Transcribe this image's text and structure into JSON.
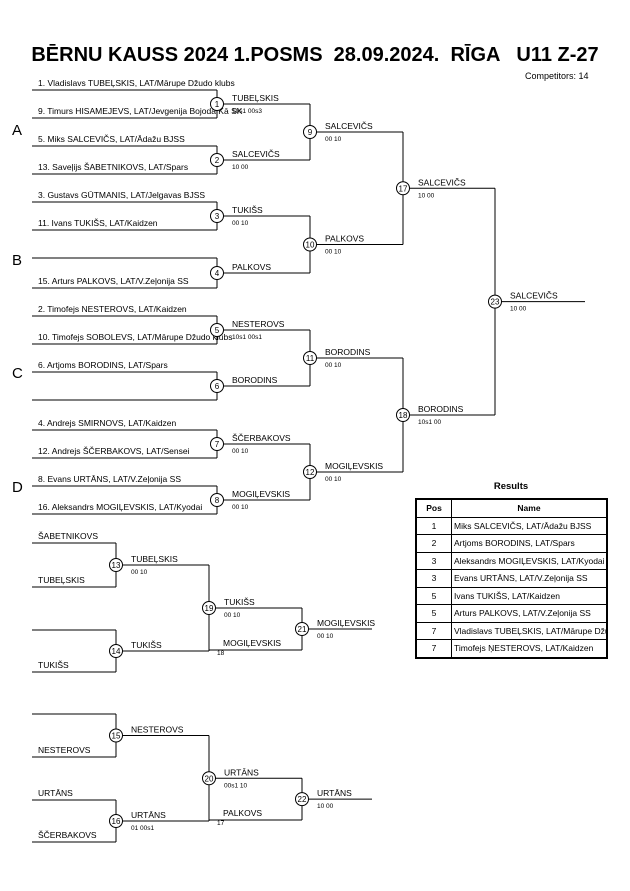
{
  "header": {
    "title": "BĒRNU KAUSS 2024 1.POSMS  28.09.2024.  RĪGA   U11 Z-27",
    "competitors": "Competitors: 14"
  },
  "pools": [
    "A",
    "B",
    "C",
    "D"
  ],
  "entries": [
    "1. Vladislavs TUBEĻSKIS, LAT/Mārupe Džudo klubs",
    "9. Timurs HISAMEJEVS, LAT/Jevgenija Bojoda Kā SK",
    "5. Miks SALCEVIČS, LAT/Ādažu BJSS",
    "13. Saveļijs ŠABETNIKOVS, LAT/Spars",
    "3. Gustavs GŪTMANIS, LAT/Jelgavas BJSS",
    "11. Ivans TUKIŠS, LAT/Kaidzen",
    "15. Arturs PALKOVS, LAT/V.Zeļonija SS",
    "2. Timofejs NESTEROVS, LAT/Kaidzen",
    "10. Timofejs SOBOLEVS, LAT/Mārupe Džudo klubs",
    "6. Artjoms BORODINS, LAT/Spars",
    "4. Andrejs SMIRNOVS, LAT/Kaidzen",
    "12. Andrejs ŠČERBAKOVS, LAT/Sensei",
    "8. Evans URTĀNS, LAT/V.Zeļonija SS",
    "16. Aleksandrs MOGIĻEVSKIS, LAT/Kyodai"
  ],
  "matches": [
    {
      "no": "1",
      "winner": "TUBEĻSKIS",
      "score": "10s1  00s3"
    },
    {
      "no": "2",
      "winner": "SALCEVIČS",
      "score": "10   00"
    },
    {
      "no": "3",
      "winner": "TUKIŠS",
      "score": "00   10"
    },
    {
      "no": "4",
      "winner": "PALKOVS",
      "score": ""
    },
    {
      "no": "5",
      "winner": "NESTEROVS",
      "score": "10s1  00s1"
    },
    {
      "no": "6",
      "winner": "BORODINS",
      "score": ""
    },
    {
      "no": "7",
      "winner": "ŠČERBAKOVS",
      "score": "00   10"
    },
    {
      "no": "8",
      "winner": "MOGIĻEVSKIS",
      "score": "00   10"
    },
    {
      "no": "9",
      "winner": "SALCEVIČS",
      "score": "00   10"
    },
    {
      "no": "10",
      "winner": "PALKOVS",
      "score": "00   10"
    },
    {
      "no": "11",
      "winner": "BORODINS",
      "score": "00   10"
    },
    {
      "no": "12",
      "winner": "MOGIĻEVSKIS",
      "score": "00   10"
    },
    {
      "no": "17",
      "winner": "SALCEVIČS",
      "score": "10   00"
    },
    {
      "no": "18",
      "winner": "BORODINS",
      "score": "10s1  00"
    },
    {
      "no": "23",
      "winner": "SALCEVIČS",
      "score": "10   00"
    }
  ],
  "repechage": {
    "entries": [
      "ŠABETNIKOVS",
      "TUBEĻSKIS",
      "",
      "TUKIŠS",
      "",
      "NESTEROVS",
      "URTĀNS",
      "ŠČERBAKOVS"
    ],
    "matches": [
      {
        "no": "13",
        "winner": "TUBEĻSKIS",
        "score": "00   10"
      },
      {
        "no": "14",
        "winner": "TUKIŠS",
        "score": ""
      },
      {
        "no": "15",
        "winner": "NESTEROVS",
        "score": ""
      },
      {
        "no": "16",
        "winner": "URTĀNS",
        "score": "01   00s1"
      },
      {
        "no": "19",
        "winner": "TUKIŠS",
        "score": "00   10"
      },
      {
        "no": "20",
        "winner": "URTĀNS",
        "score": "00s1   10"
      },
      {
        "no": "21",
        "winner": "MOGIĻEVSKIS",
        "score": "00   10"
      },
      {
        "no": "22",
        "winner": "URTĀNS",
        "score": "10   00"
      }
    ],
    "crossovers": [
      {
        "name": "MOGIĻEVSKIS",
        "tag": "18"
      },
      {
        "name": "PALKOVS",
        "tag": "17"
      }
    ]
  },
  "results": {
    "title": "Results",
    "header": {
      "pos": "Pos",
      "name": "Name"
    },
    "rows": [
      {
        "pos": "1",
        "name": "Miks SALCEVIČS, LAT/Ādažu BJSS"
      },
      {
        "pos": "2",
        "name": "Artjoms BORODINS, LAT/Spars"
      },
      {
        "pos": "3",
        "name": "Aleksandrs MOGIĻEVSKIS, LAT/Kyodai"
      },
      {
        "pos": "3",
        "name": "Evans URTĀNS, LAT/V.Zeļonija SS"
      },
      {
        "pos": "5",
        "name": "Ivans TUKIŠS, LAT/Kaidzen"
      },
      {
        "pos": "5",
        "name": "Arturs PALKOVS, LAT/V.Zeļonija SS"
      },
      {
        "pos": "7",
        "name": "Vladislavs TUBEĻSKIS, LAT/Mārupe Džudo klubs"
      },
      {
        "pos": "7",
        "name": "Timofejs ŅESTEROVS, LAT/Kaidzen"
      }
    ]
  }
}
